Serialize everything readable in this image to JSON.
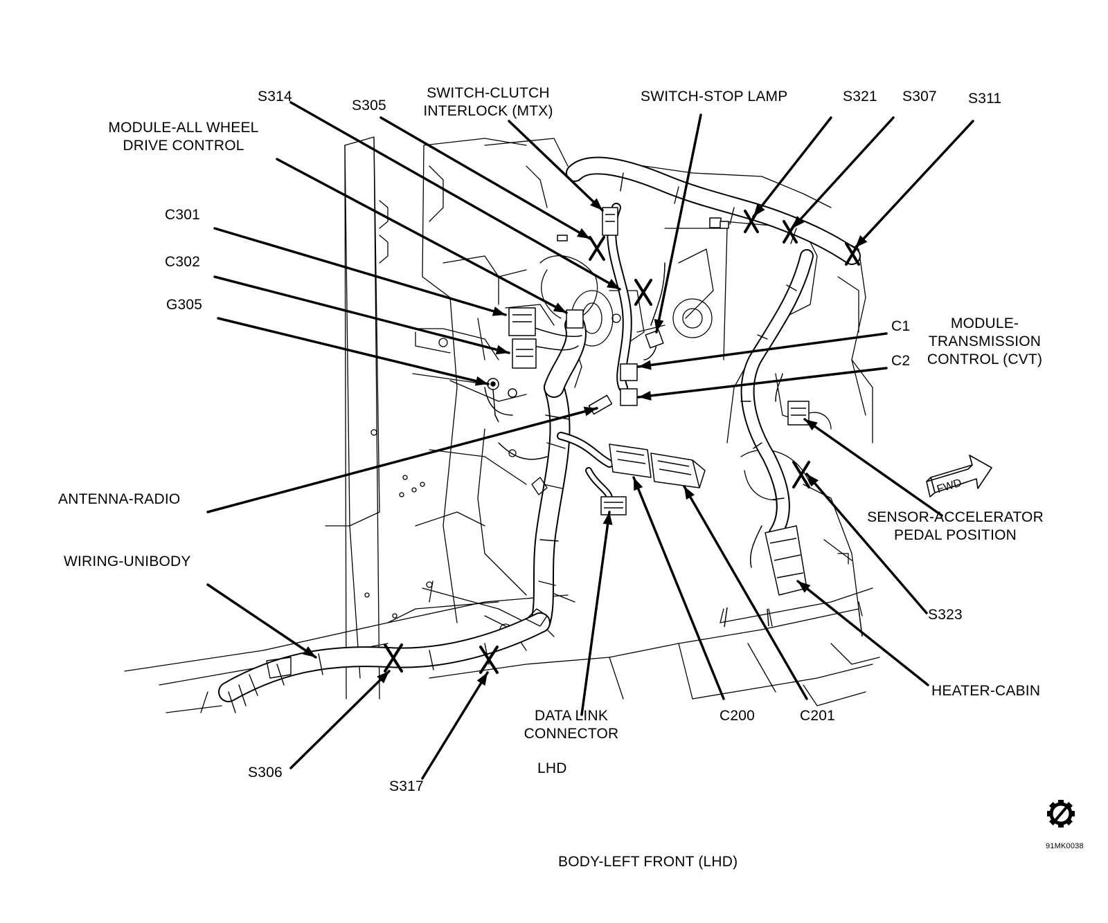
{
  "colors": {
    "ink": "#000000",
    "paper": "#ffffff"
  },
  "icons": {
    "fwd": "fwd-arrow-icon",
    "logo": "gear-slash-logo-icon"
  },
  "labels": {
    "s314": "S314",
    "s305": "S305",
    "switch_clutch_l1": "SWITCH-CLUTCH",
    "switch_clutch_l2": "INTERLOCK (MTX)",
    "switch_stop_lamp": "SWITCH-STOP LAMP",
    "s321": "S321",
    "s307": "S307",
    "s311": "S311",
    "module_awd_l1": "MODULE-ALL WHEEL",
    "module_awd_l2": "DRIVE CONTROL",
    "c301": "C301",
    "c302": "C302",
    "g305": "G305",
    "c1": "C1",
    "c2": "C2",
    "module_tcm_l1": "MODULE-",
    "module_tcm_l2": "TRANSMISSION",
    "module_tcm_l3": "CONTROL (CVT)",
    "antenna_radio": "ANTENNA-RADIO",
    "fwd": "FWD",
    "sensor_app_l1": "SENSOR-ACCELERATOR",
    "sensor_app_l2": "PEDAL POSITION",
    "wiring_unibody": "WIRING-UNIBODY",
    "s323": "S323",
    "heater_cabin": "HEATER-CABIN",
    "data_link_l1": "DATA LINK",
    "data_link_l2": "CONNECTOR",
    "c200": "C200",
    "c201": "C201",
    "s306": "S306",
    "s317": "S317",
    "lhd": "LHD",
    "figure_code": "91MK0038",
    "caption": "BODY-LEFT FRONT  (LHD)"
  }
}
